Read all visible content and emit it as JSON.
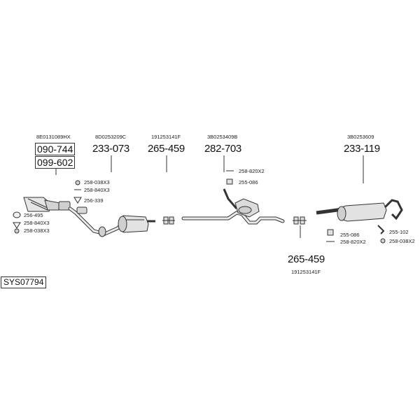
{
  "diagram_code": "SYS07794",
  "columns": [
    {
      "id": "cat",
      "oem": "8E0131089HX",
      "parts": [
        "090-744",
        "099-602"
      ]
    },
    {
      "id": "front",
      "oem": "8D0253209C",
      "parts": [
        "233-073"
      ]
    },
    {
      "id": "clamp1",
      "oem": "191253141F",
      "parts": [
        "265-459"
      ]
    },
    {
      "id": "mid",
      "oem": "3B0253409B",
      "parts": [
        "282-703"
      ]
    },
    {
      "id": "rear",
      "oem": "3B0253609",
      "parts": [
        "233-119"
      ]
    }
  ],
  "lower_part": {
    "part": "265-459",
    "oem": "191253141F"
  },
  "accessories": {
    "cat_left": [
      "256-495",
      "258-840X3",
      "258-038X3"
    ],
    "front": [
      "258-038X3",
      "258-840X3",
      "256-339"
    ],
    "mid": [
      "258-820X2",
      "255-086"
    ],
    "rear_left": [
      "255-086",
      "258-820X2"
    ],
    "rear_right": [
      "255-102",
      "258-038X2"
    ]
  }
}
